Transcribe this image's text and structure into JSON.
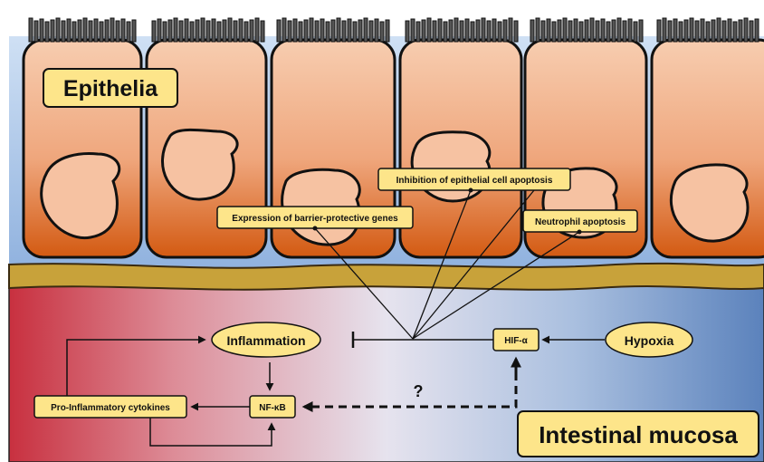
{
  "labels": {
    "epithelia": "Epithelia",
    "intestinal_mucosa": "Intestinal mucosa",
    "inhibition_apoptosis": "Inhibition of epithelial cell apoptosis",
    "barrier_genes": "Expression of barrier-protective genes",
    "neutrophil_apoptosis": "Neutrophil apoptosis",
    "inflammation": "Inflammation",
    "hypoxia": "Hypoxia",
    "hif": "HIF-α",
    "nfkb": "NF-κB",
    "cytokines": "Pro-Inflammatory  cytokines",
    "question": "?"
  },
  "colors": {
    "label_fill": "#fde58a",
    "cell_top": "#f6c8a8",
    "cell_bottom": "#d9641a",
    "gap_blue": "#bcd3ee",
    "membrane_gold": "#c6a137",
    "mucosa_red": "#cc3a48",
    "mucosa_mid": "#dfe1ef",
    "mucosa_blue": "#5f85bd",
    "outline": "#111111"
  }
}
